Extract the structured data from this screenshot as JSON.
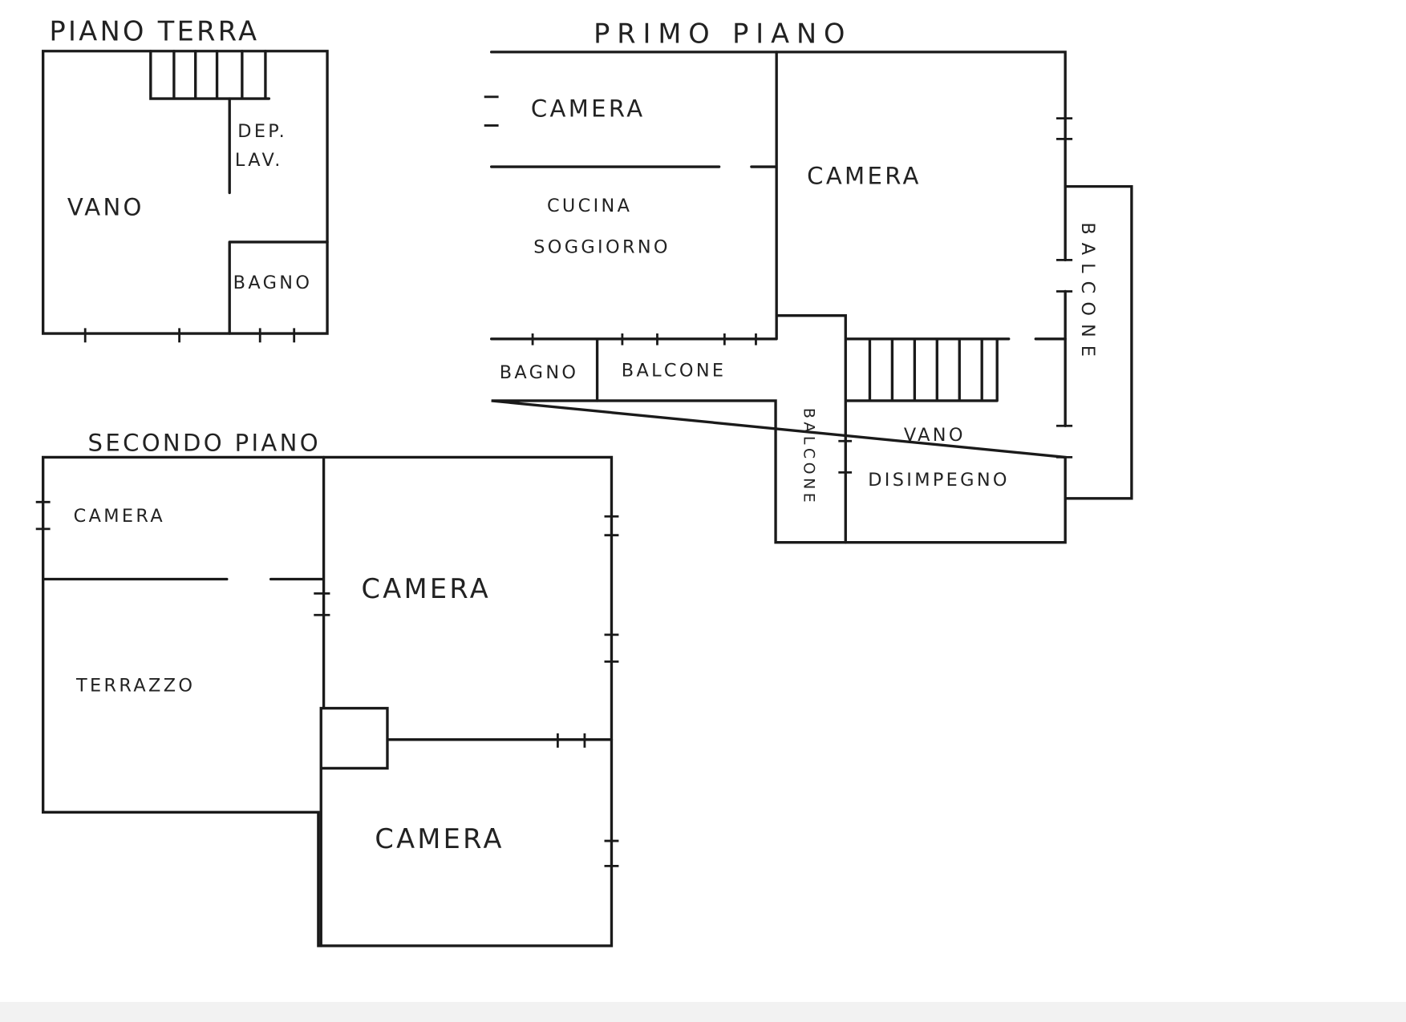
{
  "ground_floor": {
    "title": "PIANO TERRA",
    "rooms": {
      "vano": "VANO",
      "dep_lav_1": "DEP.",
      "dep_lav_2": "LAV.",
      "bagno": "BAGNO"
    }
  },
  "first_floor": {
    "title": "PRIMO PIANO",
    "rooms": {
      "camera_top": "CAMERA",
      "camera_right": "CAMERA",
      "cucina_1": "CUCINA",
      "cucina_2": "SOGGIORNO",
      "bagno": "BAGNO",
      "balcone_bottom": "BALCONE",
      "balcone_right": "BALCONE",
      "balcone_mid": "BALCONE",
      "vano_1": "VANO",
      "vano_2": "DISIMPEGNO"
    }
  },
  "second_floor": {
    "title": "SECONDO PIANO",
    "rooms": {
      "camera_small": "CAMERA",
      "camera_big": "CAMERA",
      "terrazzo": "TERRAZZO",
      "camera_bottom": "CAMERA"
    }
  }
}
